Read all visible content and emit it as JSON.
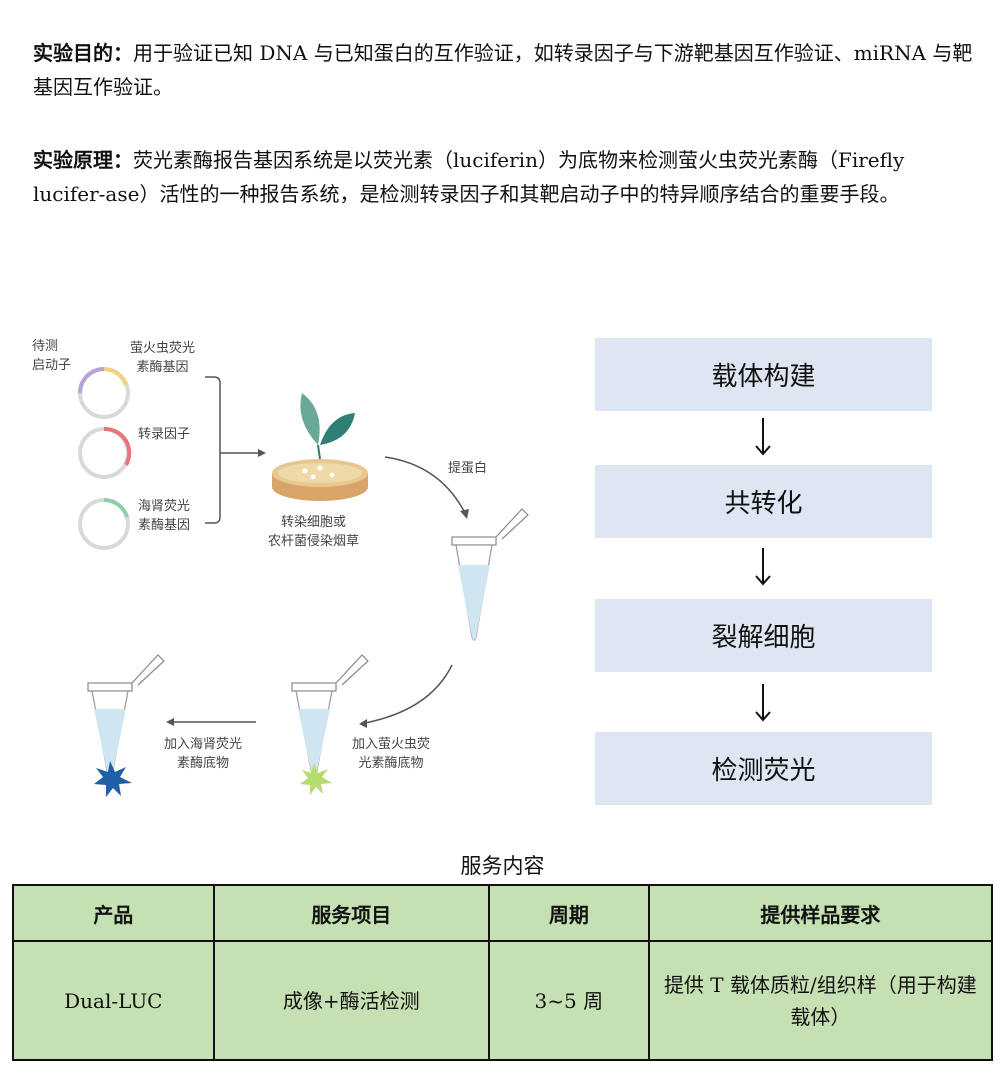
{
  "purpose": {
    "label": "实验目的：",
    "text": "用于验证已知 DNA 与已知蛋白的互作验证，如转录因子与下游靶基因互作验证、miRNA 与靶基因互作验证。"
  },
  "principle": {
    "label": "实验原理：",
    "text": "荧光素酶报告基因系统是以荧光素（luciferin）为底物来检测萤火虫荧光素酶（Firefly lucifer-ase）活性的一种报告系统，是检测转录因子和其靶启动子中的特异顺序结合的重要手段。"
  },
  "diagram": {
    "promoter_label": "待测\n启动子",
    "firefly_gene_label": "萤火虫荧光\n素酶基因",
    "tf_label": "转录因子",
    "renilla_gene_label": "海肾荧光\n素酶基因",
    "transfect_label": "转染细胞或\n农杆菌侵染烟草",
    "extract_label": "提蛋白",
    "add_firefly_label": "加入萤火虫荧\n光素酶底物",
    "add_renilla_label": "加入海肾荧光\n素酶底物",
    "colors": {
      "promoter": "#b9a2d6",
      "firefly": "#f2d27a",
      "tf": "#e8757a",
      "renilla": "#8fcfa8",
      "blue_glow": "#1f5fa8",
      "green_glow": "#b6dc6f",
      "leaf": "#2f7f74",
      "dish": "#e7c891"
    }
  },
  "flow": {
    "steps": [
      "载体构建",
      "共转化",
      "裂解细胞",
      "检测荧光"
    ]
  },
  "table": {
    "caption": "服务内容",
    "headers": [
      "产品",
      "服务项目",
      "周期",
      "提供样品要求"
    ],
    "rows": [
      [
        "Dual-LUC",
        "成像+酶活检测",
        "3~5 周",
        "提供 T 载体质粒/组织样（用于构建载体）"
      ]
    ]
  }
}
